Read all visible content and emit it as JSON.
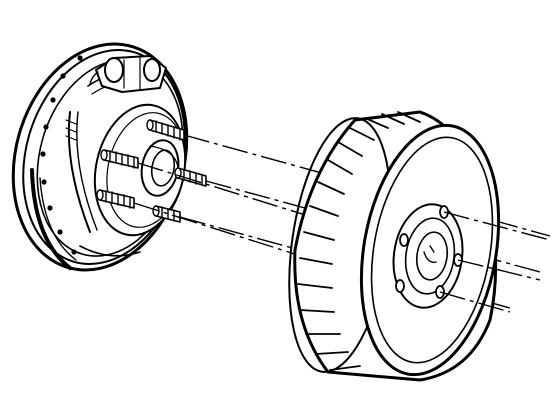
{
  "diagram": {
    "subject": "exploded view",
    "colors": {
      "ink": "#000000",
      "paper": "#ffffff"
    },
    "parts": [
      {
        "id": "backing-plate",
        "icon": "backing-plate-icon"
      },
      {
        "id": "wheel-cylinder",
        "icon": "wheel-cylinder-icon"
      },
      {
        "id": "hub-flange",
        "icon": "hub-flange-icon"
      },
      {
        "id": "wheel-studs",
        "icon": "stud-icon",
        "count": 5
      },
      {
        "id": "brake-drum",
        "icon": "brake-drum-icon"
      },
      {
        "id": "stud-holes",
        "icon": "stud-hole-icon",
        "count": 5
      }
    ]
  }
}
